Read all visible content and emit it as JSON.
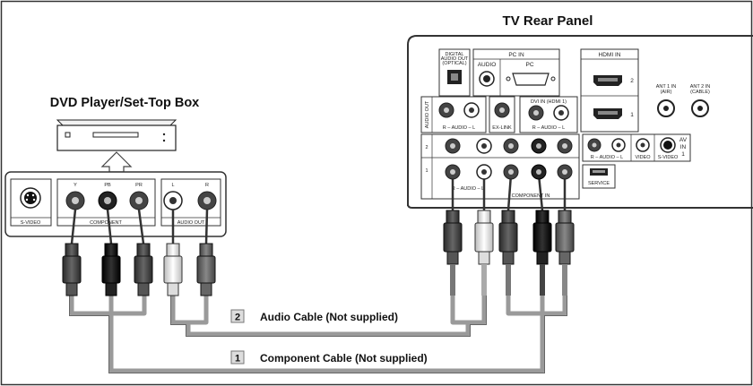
{
  "titles": {
    "tv": "TV Rear Panel",
    "dvd": "DVD Player/Set-Top Box"
  },
  "cables": {
    "audio": {
      "number": "2",
      "label": "Audio Cable (Not supplied)"
    },
    "component": {
      "number": "1",
      "label": "Component Cable (Not supplied)"
    }
  },
  "dvd_panel": {
    "svideo": "S-VIDEO",
    "component": "COMPONENT",
    "audio_out": "AUDIO OUT",
    "y": "Y",
    "pb": "PB",
    "pr": "PR",
    "l": "L",
    "r": "R"
  },
  "tv_panel": {
    "digital_audio_out": [
      "DIGITAL",
      "AUDIO OUT",
      "(OPTICAL)"
    ],
    "pc_in": "PC IN",
    "audio": "AUDIO",
    "pc": "PC",
    "hdmi_in": "HDMI IN",
    "hdmi_1": "1",
    "hdmi_2": "2",
    "ant1": [
      "ANT 1 IN",
      "(AIR)"
    ],
    "ant2": [
      "ANT 2 IN",
      "(CABLE)"
    ],
    "audio_out_vertical": "AUDIO OUT",
    "r_audio_l": "R – AUDIO – L",
    "ex_link": "EX-LINK",
    "dvi_in": "DVI IN (HDMI 1)",
    "row_2": "2",
    "row_1": "1",
    "component_in": "COMPONENT IN",
    "video": "VIDEO",
    "s_video": "S-VIDEO",
    "av_in": [
      "AV",
      "IN",
      "1"
    ],
    "service": "SERVICE"
  }
}
